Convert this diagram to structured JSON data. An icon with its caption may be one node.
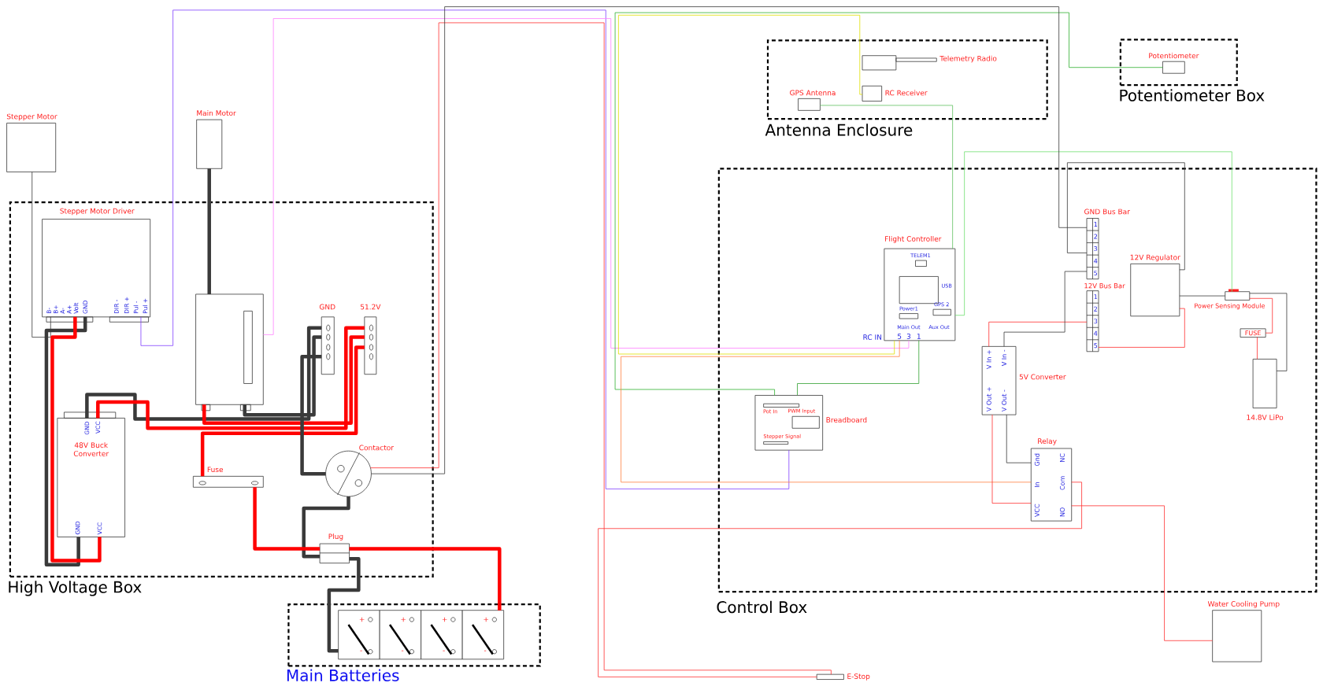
{
  "diagram": {
    "nodes": [
      {
        "text": [
          "High Voltage Box"
        ]
      },
      {
        "text": [
          "Main Batteries"
        ]
      },
      {
        "text": [
          "Antenna Enclosure"
        ]
      },
      {
        "text": [
          "Potentiometer Box"
        ]
      },
      {
        "text": [
          "Control Box"
        ]
      },
      {
        "text": [
          "Stepper Motor"
        ]
      },
      {
        "text": [
          "Main Motor"
        ]
      },
      {
        "text": [
          "Stepper Motor Driver",
          "B-",
          "B+",
          "A-",
          "A+",
          "Volt",
          "GND",
          "DIR -",
          "DIR +",
          "Pul -",
          "Pul +"
        ],
        "in": 0
      },
      {
        "text": [],
        "shape": "box",
        "in": 0
      },
      {
        "text": [
          "GND"
        ],
        "in": 0
      },
      {
        "text": [
          "51.2V"
        ],
        "in": 0
      },
      {
        "text": [
          "48V Buck Converter",
          "GND",
          "VCC",
          "GND",
          "VCC"
        ],
        "in": 0
      },
      {
        "text": [
          "Fuse"
        ],
        "in": 0
      },
      {
        "text": [
          "Contactor"
        ],
        "in": 0
      },
      {
        "text": [
          "Plug"
        ],
        "in": 0
      },
      {
        "text": [
          "+",
          "-"
        ],
        "in": 1
      },
      {
        "text": [
          "+",
          "-"
        ],
        "in": 1
      },
      {
        "text": [
          "+",
          "-"
        ],
        "in": 1
      },
      {
        "text": [
          "+",
          "-"
        ],
        "in": 1
      },
      {
        "text": [
          "Telemetry Radio"
        ],
        "in": 2
      },
      {
        "text": [
          "RC Receiver"
        ],
        "in": 2
      },
      {
        "text": [
          "GPS Antenna"
        ],
        "in": 2
      },
      {
        "text": [
          "Potentiometer"
        ],
        "in": 3
      },
      {
        "text": [
          "Flight Controller",
          "TELEM1",
          "USB",
          "Power1",
          "GPS 2",
          "Main Out",
          "Aux Out",
          "RC IN",
          "5",
          "3",
          "1"
        ],
        "in": 4
      },
      {
        "text": [
          "Breadboard",
          "Pot In",
          "PWM Input",
          "Stepper Signal"
        ],
        "in": 4
      },
      {
        "text": [
          "5V Converter",
          "V In +",
          "V In -",
          "V Out +",
          "V Out -"
        ],
        "in": 4
      },
      {
        "text": [
          "Relay",
          "Gnd",
          "In",
          "VCC",
          "NC",
          "Com",
          "NO"
        ],
        "in": 4
      },
      {
        "text": [
          "GND Bus Bar",
          "1",
          "2",
          "3",
          "4",
          "5"
        ],
        "in": 4
      },
      {
        "text": [
          "12V Bus Bar",
          "1",
          "2",
          "3",
          "4",
          "5"
        ],
        "in": 4
      },
      {
        "text": [
          "12V Regulator"
        ],
        "in": 4
      },
      {
        "text": [
          "Power Sensing Module"
        ],
        "in": 4
      },
      {
        "text": [
          "FUSE"
        ],
        "in": 4
      },
      {
        "text": [
          "14.8V LiPo"
        ],
        "in": 4
      },
      {
        "text": [
          "Water Cooling Pump"
        ]
      },
      {
        "text": [
          "E-Stop"
        ]
      }
    ],
    "edges": [
      {
        "from": 5,
        "to": 7,
        "arrow": "none"
      },
      {
        "from": 6,
        "to": 8,
        "arrow": "none",
        "style": "thick"
      },
      {
        "from": 7,
        "to": 24,
        "arrow": "none",
        "color": "#8040ff"
      },
      {
        "from": 8,
        "to": 23,
        "arrow": "none",
        "color": "#ff80ff"
      },
      {
        "from": 24,
        "to": 23,
        "arrow": "none",
        "color": "#30a030"
      },
      {
        "from": 20,
        "to": 23,
        "arrow": "none",
        "color": "#e0e000"
      },
      {
        "from": 21,
        "to": 23,
        "arrow": "none",
        "color": "#60c060"
      },
      {
        "from": 30,
        "to": 23,
        "arrow": "none",
        "color": "#70e070"
      },
      {
        "from": 22,
        "to": 24,
        "arrow": "none",
        "color": "#30b030"
      },
      {
        "from": 23,
        "to": 26,
        "arrow": "none",
        "color": "#ff8040"
      },
      {
        "from": 25,
        "to": 26,
        "arrow": "none"
      },
      {
        "from": 25,
        "to": 26,
        "arrow": "none",
        "color": "#ff3030"
      },
      {
        "from": 28,
        "to": 25,
        "arrow": "none",
        "color": "#ff3030"
      },
      {
        "from": 27,
        "to": 25,
        "arrow": "none"
      },
      {
        "from": 29,
        "to": 28,
        "arrow": "none",
        "color": "#ff3030"
      },
      {
        "from": 27,
        "to": 29,
        "arrow": "none"
      },
      {
        "from": 29,
        "to": 30,
        "arrow": "none"
      },
      {
        "from": 30,
        "to": 31,
        "arrow": "none",
        "color": "#ff3030"
      },
      {
        "from": 31,
        "to": 32,
        "arrow": "none",
        "color": "#ff3030"
      },
      {
        "from": 30,
        "to": 32,
        "arrow": "none"
      },
      {
        "from": 26,
        "to": 33,
        "arrow": "none",
        "color": "#ff3030"
      },
      {
        "from": 34,
        "to": 26,
        "arrow": "none",
        "color": "#ff3030"
      },
      {
        "from": 13,
        "to": 34,
        "arrow": "none",
        "color": "#ff3030"
      },
      {
        "from": 13,
        "to": 27,
        "arrow": "none"
      },
      {
        "from": 7,
        "to": 11,
        "arrow": "none",
        "style": "thick"
      },
      {
        "from": 7,
        "to": 11,
        "arrow": "none",
        "style": "thick",
        "color": "#ff0000"
      },
      {
        "from": 11,
        "to": 9,
        "arrow": "none",
        "style": "thick"
      },
      {
        "from": 11,
        "to": 10,
        "arrow": "none",
        "style": "thick",
        "color": "#ff0000"
      },
      {
        "from": 8,
        "to": 9,
        "arrow": "none",
        "style": "thick"
      },
      {
        "from": 8,
        "to": 10,
        "arrow": "none",
        "style": "thick",
        "color": "#ff0000"
      },
      {
        "from": 10,
        "to": 12,
        "arrow": "none",
        "style": "thick",
        "color": "#ff0000"
      },
      {
        "from": 9,
        "to": 13,
        "arrow": "none",
        "style": "thick"
      },
      {
        "from": 13,
        "to": 14,
        "arrow": "none",
        "style": "thick"
      },
      {
        "from": 12,
        "to": 14,
        "arrow": "none",
        "style": "thick",
        "color": "#ff0000"
      },
      {
        "from": 14,
        "to": 15,
        "arrow": "none",
        "style": "thick"
      },
      {
        "from": 14,
        "to": 18,
        "arrow": "none",
        "style": "thick",
        "color": "#ff0000"
      }
    ]
  }
}
